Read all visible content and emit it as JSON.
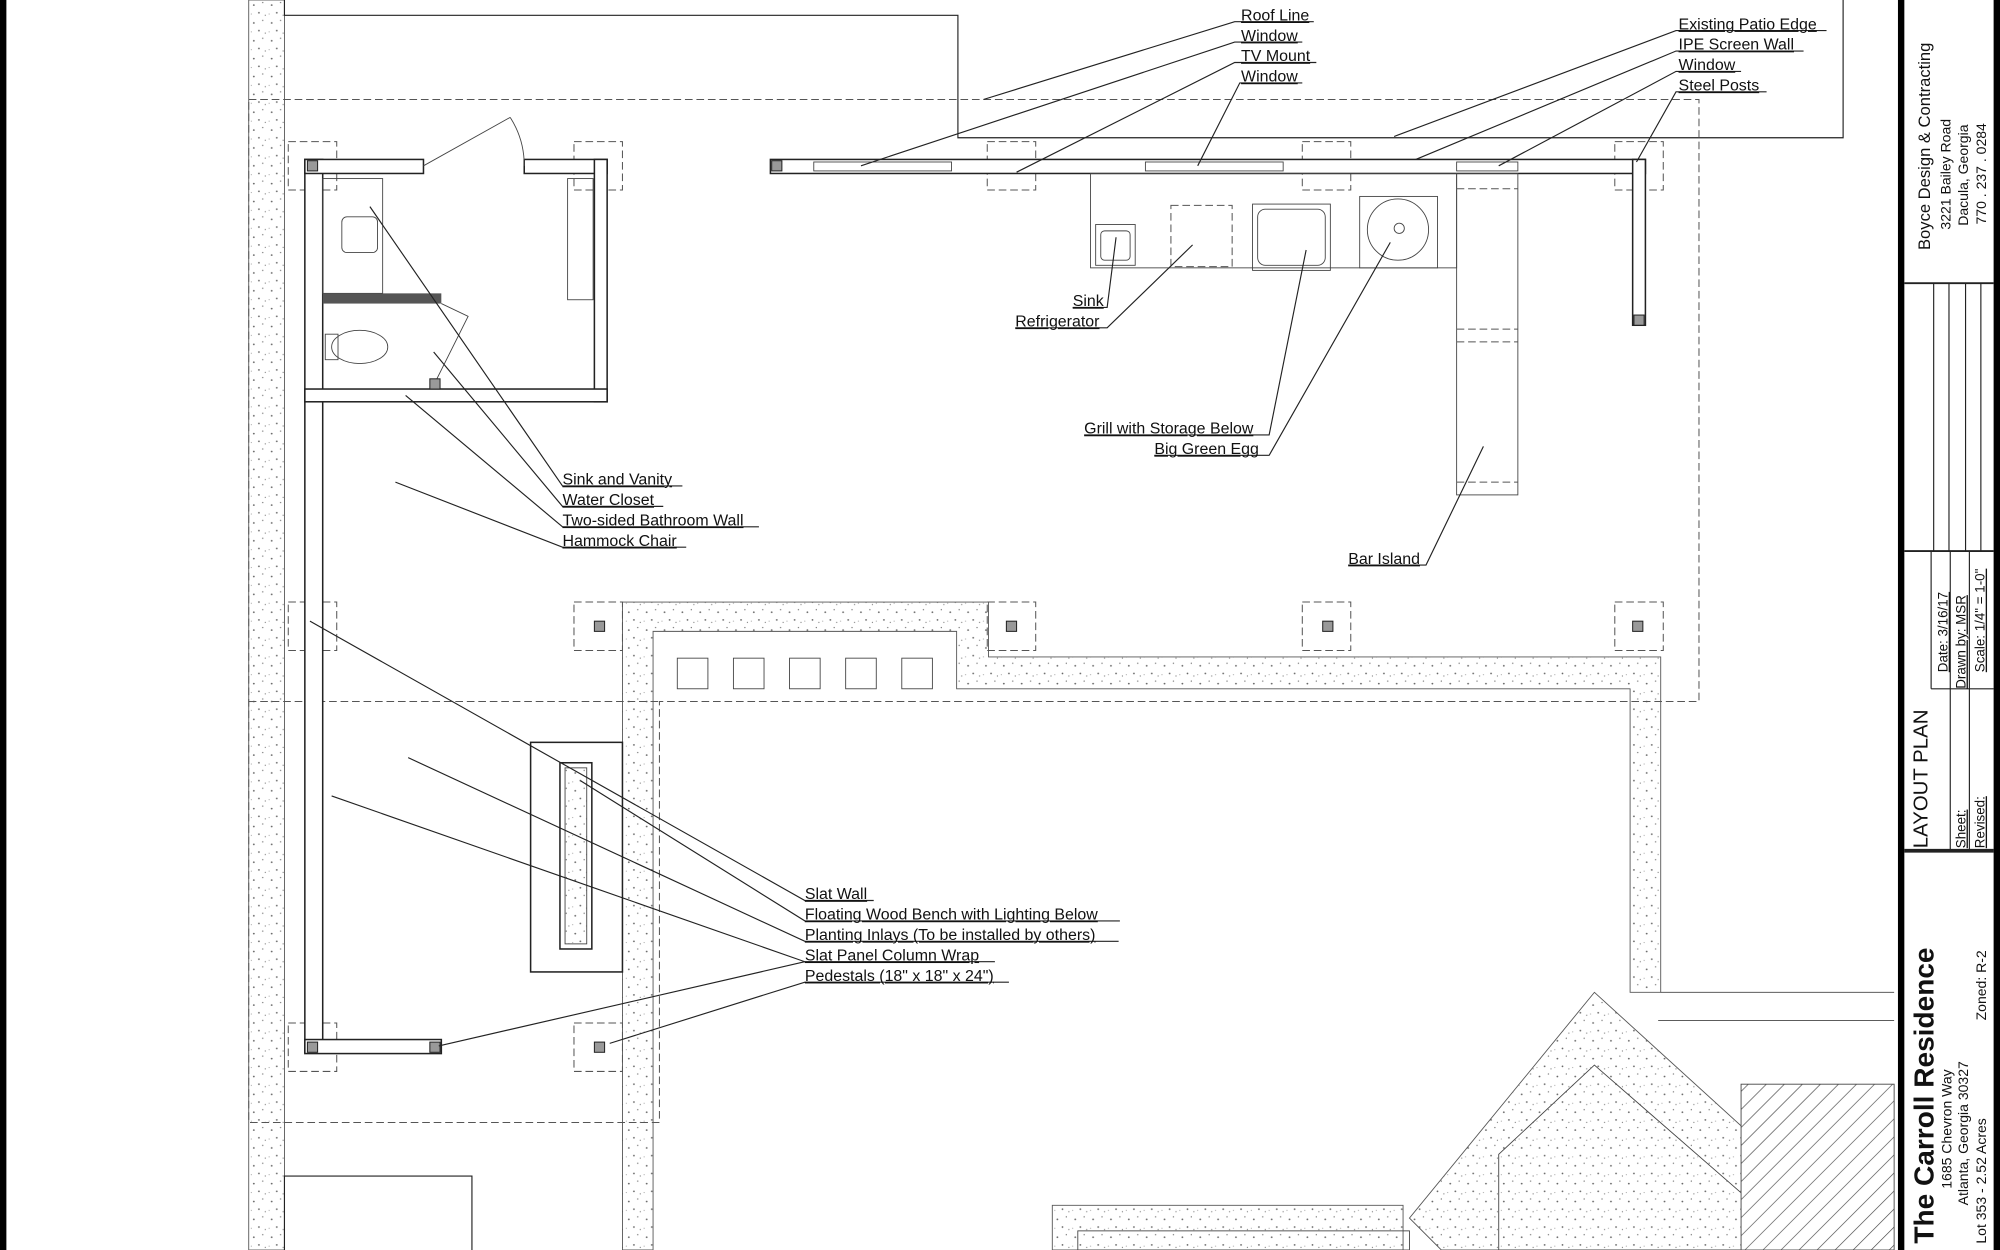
{
  "title_block": {
    "company": "Boyce Design & Contracting",
    "company_address": "3221 Bailey Road",
    "company_city": "Dacula, Georgia",
    "company_phone": "770 . 237 . 0284",
    "sheet_title": "LAYOUT PLAN",
    "date": "Date: 3/16/17",
    "drawn_by": "Drawn by:  MSR",
    "scale": "Scale: 1/4\" = 1-0\"",
    "sheet_label": "Sheet:",
    "revised_label": "Revised:",
    "project": "The Carroll Residence",
    "project_address": "1685 Chevron Way",
    "project_city": "Atlanta, Georgia 30327",
    "lot": "Lot 353 - 2.52 Acres",
    "zoned": "Zoned: R-2"
  },
  "labels": {
    "roof_line": "Roof Line",
    "window_1": "Window",
    "tv_mount": "TV Mount",
    "window_2": "Window",
    "existing_patio_edge": "Existing Patio Edge",
    "ipe_screen_wall": "IPE Screen Wall",
    "window_3": "Window",
    "steel_posts": "Steel Posts",
    "sink": "Sink",
    "refrigerator": "Refrigerator",
    "grill": "Grill with Storage Below",
    "big_green_egg": "Big Green Egg",
    "sink_vanity": "Sink and Vanity",
    "water_closet": "Water Closet",
    "bathroom_wall": "Two-sided Bathroom Wall",
    "hammock_chair": "Hammock Chair",
    "bar_island": "Bar Island",
    "slat_wall": "Slat Wall",
    "floating_bench": "Floating Wood Bench with Lighting Below",
    "planting_inlays": "Planting Inlays (To be installed by others)",
    "slat_panel": "Slat Panel Column Wrap",
    "pedestals": "Pedestals (18\" x 18\" x 24\")"
  }
}
